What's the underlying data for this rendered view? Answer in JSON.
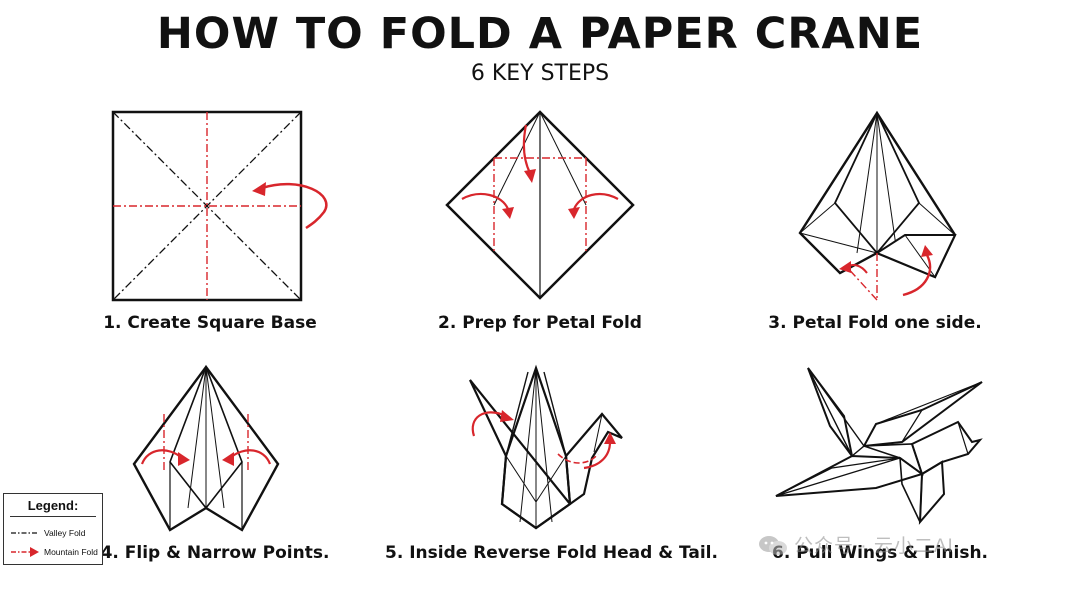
{
  "header": {
    "title": "HOW TO FOLD A PAPER CRANE",
    "subtitle": "6 KEY STEPS"
  },
  "steps": [
    {
      "caption": "1. Create Square Base"
    },
    {
      "caption": "2. Prep for Petal Fold"
    },
    {
      "caption": "3. Petal Fold one side."
    },
    {
      "caption": "4. Flip & Narrow Points."
    },
    {
      "caption": "5. Inside Reverse Fold Head & Tail."
    },
    {
      "caption": "6. Pull Wings & Finish."
    }
  ],
  "legend": {
    "title": "Legend:",
    "items": [
      {
        "label": "Valley Fold"
      },
      {
        "label": "Mountain Fold"
      }
    ]
  },
  "colors": {
    "line": "#111111",
    "fold_red": "#d8262c"
  },
  "watermark": {
    "text": "公众号 · 云小二AI"
  }
}
